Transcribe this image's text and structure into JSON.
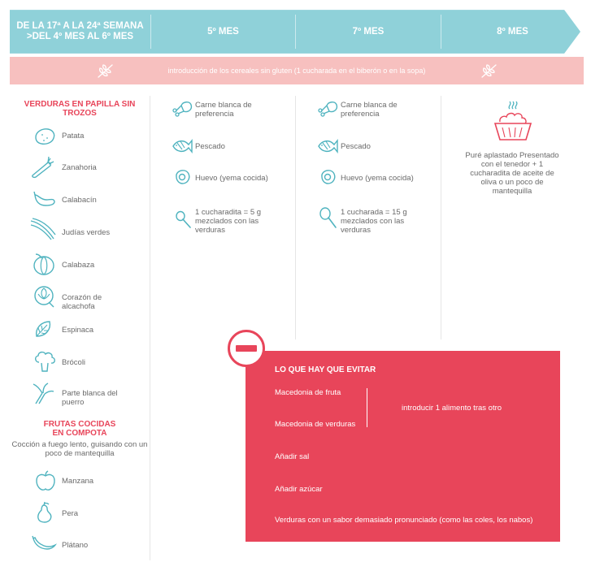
{
  "colors": {
    "teal": "#8fd1d9",
    "pink": "#f7c0bf",
    "red": "#e8455a",
    "icon": "#4fb3bf",
    "text": "#6a6a6a"
  },
  "header": {
    "col1": "DE LA 17ª A LA 24ª SEMANA >DEL 4º MES AL 6º MES",
    "col2": "5º MES",
    "col3": "7º MES",
    "col4": "8º MES"
  },
  "cereal_band": {
    "text": "introducción de los cereales sin gluten (1 cucharada en el biberón o en la sopa)",
    "icon_left": "wheat-icon",
    "icon_right": "wheat-icon"
  },
  "vegetables": {
    "title": "VERDURAS EN PAPILLA SIN TROZOS",
    "items": [
      {
        "label": "Patata",
        "icon": "potato-icon"
      },
      {
        "label": "Zanahoria",
        "icon": "carrot-icon"
      },
      {
        "label": "Calabacín",
        "icon": "zucchini-icon"
      },
      {
        "label": "Judías verdes",
        "icon": "green-beans-icon"
      },
      {
        "label": "Calabaza",
        "icon": "pumpkin-icon"
      },
      {
        "label": "Corazón de alcachofa",
        "icon": "artichoke-icon"
      },
      {
        "label": "Espinaca",
        "icon": "spinach-icon"
      },
      {
        "label": "Brócoli",
        "icon": "broccoli-icon"
      },
      {
        "label": "Parte blanca del puerro",
        "icon": "leek-icon"
      }
    ]
  },
  "fruits": {
    "title": "FRUTAS COCIDAS EN COMPOTA",
    "subtitle": "Cocción a fuego lento, guisando con un poco de mantequilla",
    "items": [
      {
        "label": "Manzana",
        "icon": "apple-icon"
      },
      {
        "label": "Pera",
        "icon": "pear-icon"
      },
      {
        "label": "Plátano",
        "icon": "banana-icon"
      }
    ]
  },
  "month5": {
    "items": [
      {
        "label": "Carne blanca de preferencia",
        "icon": "chicken-leg-icon"
      },
      {
        "label": "Pescado",
        "icon": "fish-icon"
      },
      {
        "label": "Huevo (yema cocida)",
        "icon": "egg-icon"
      },
      {
        "label": "1 cucharadita = 5 g mezclados con las verduras",
        "icon": "spoon-icon"
      }
    ]
  },
  "month7": {
    "items": [
      {
        "label": "Carne blanca de preferencia",
        "icon": "chicken-leg-icon"
      },
      {
        "label": "Pescado",
        "icon": "fish-icon"
      },
      {
        "label": "Huevo (yema cocida)",
        "icon": "egg-icon"
      },
      {
        "label": "1 cucharada = 15 g mezclados con las verduras",
        "icon": "spoon-icon"
      }
    ]
  },
  "month8": {
    "icon": "mashed-bowl-icon",
    "text": "Puré aplastado Presentado con el tenedor + 1 cucharadita de aceite de oliva o un poco de mantequilla"
  },
  "avoid": {
    "title": "LO QUE HAY QUE EVITAR",
    "icon": "minus-icon",
    "items": [
      "Macedonia de fruta",
      "Macedonia de verduras",
      "Añadir sal",
      "Añadir azúcar",
      "Verduras con un sabor demasiado pronunciado (como las coles, los nabos)"
    ],
    "note": "introducir 1 alimento tras otro"
  }
}
